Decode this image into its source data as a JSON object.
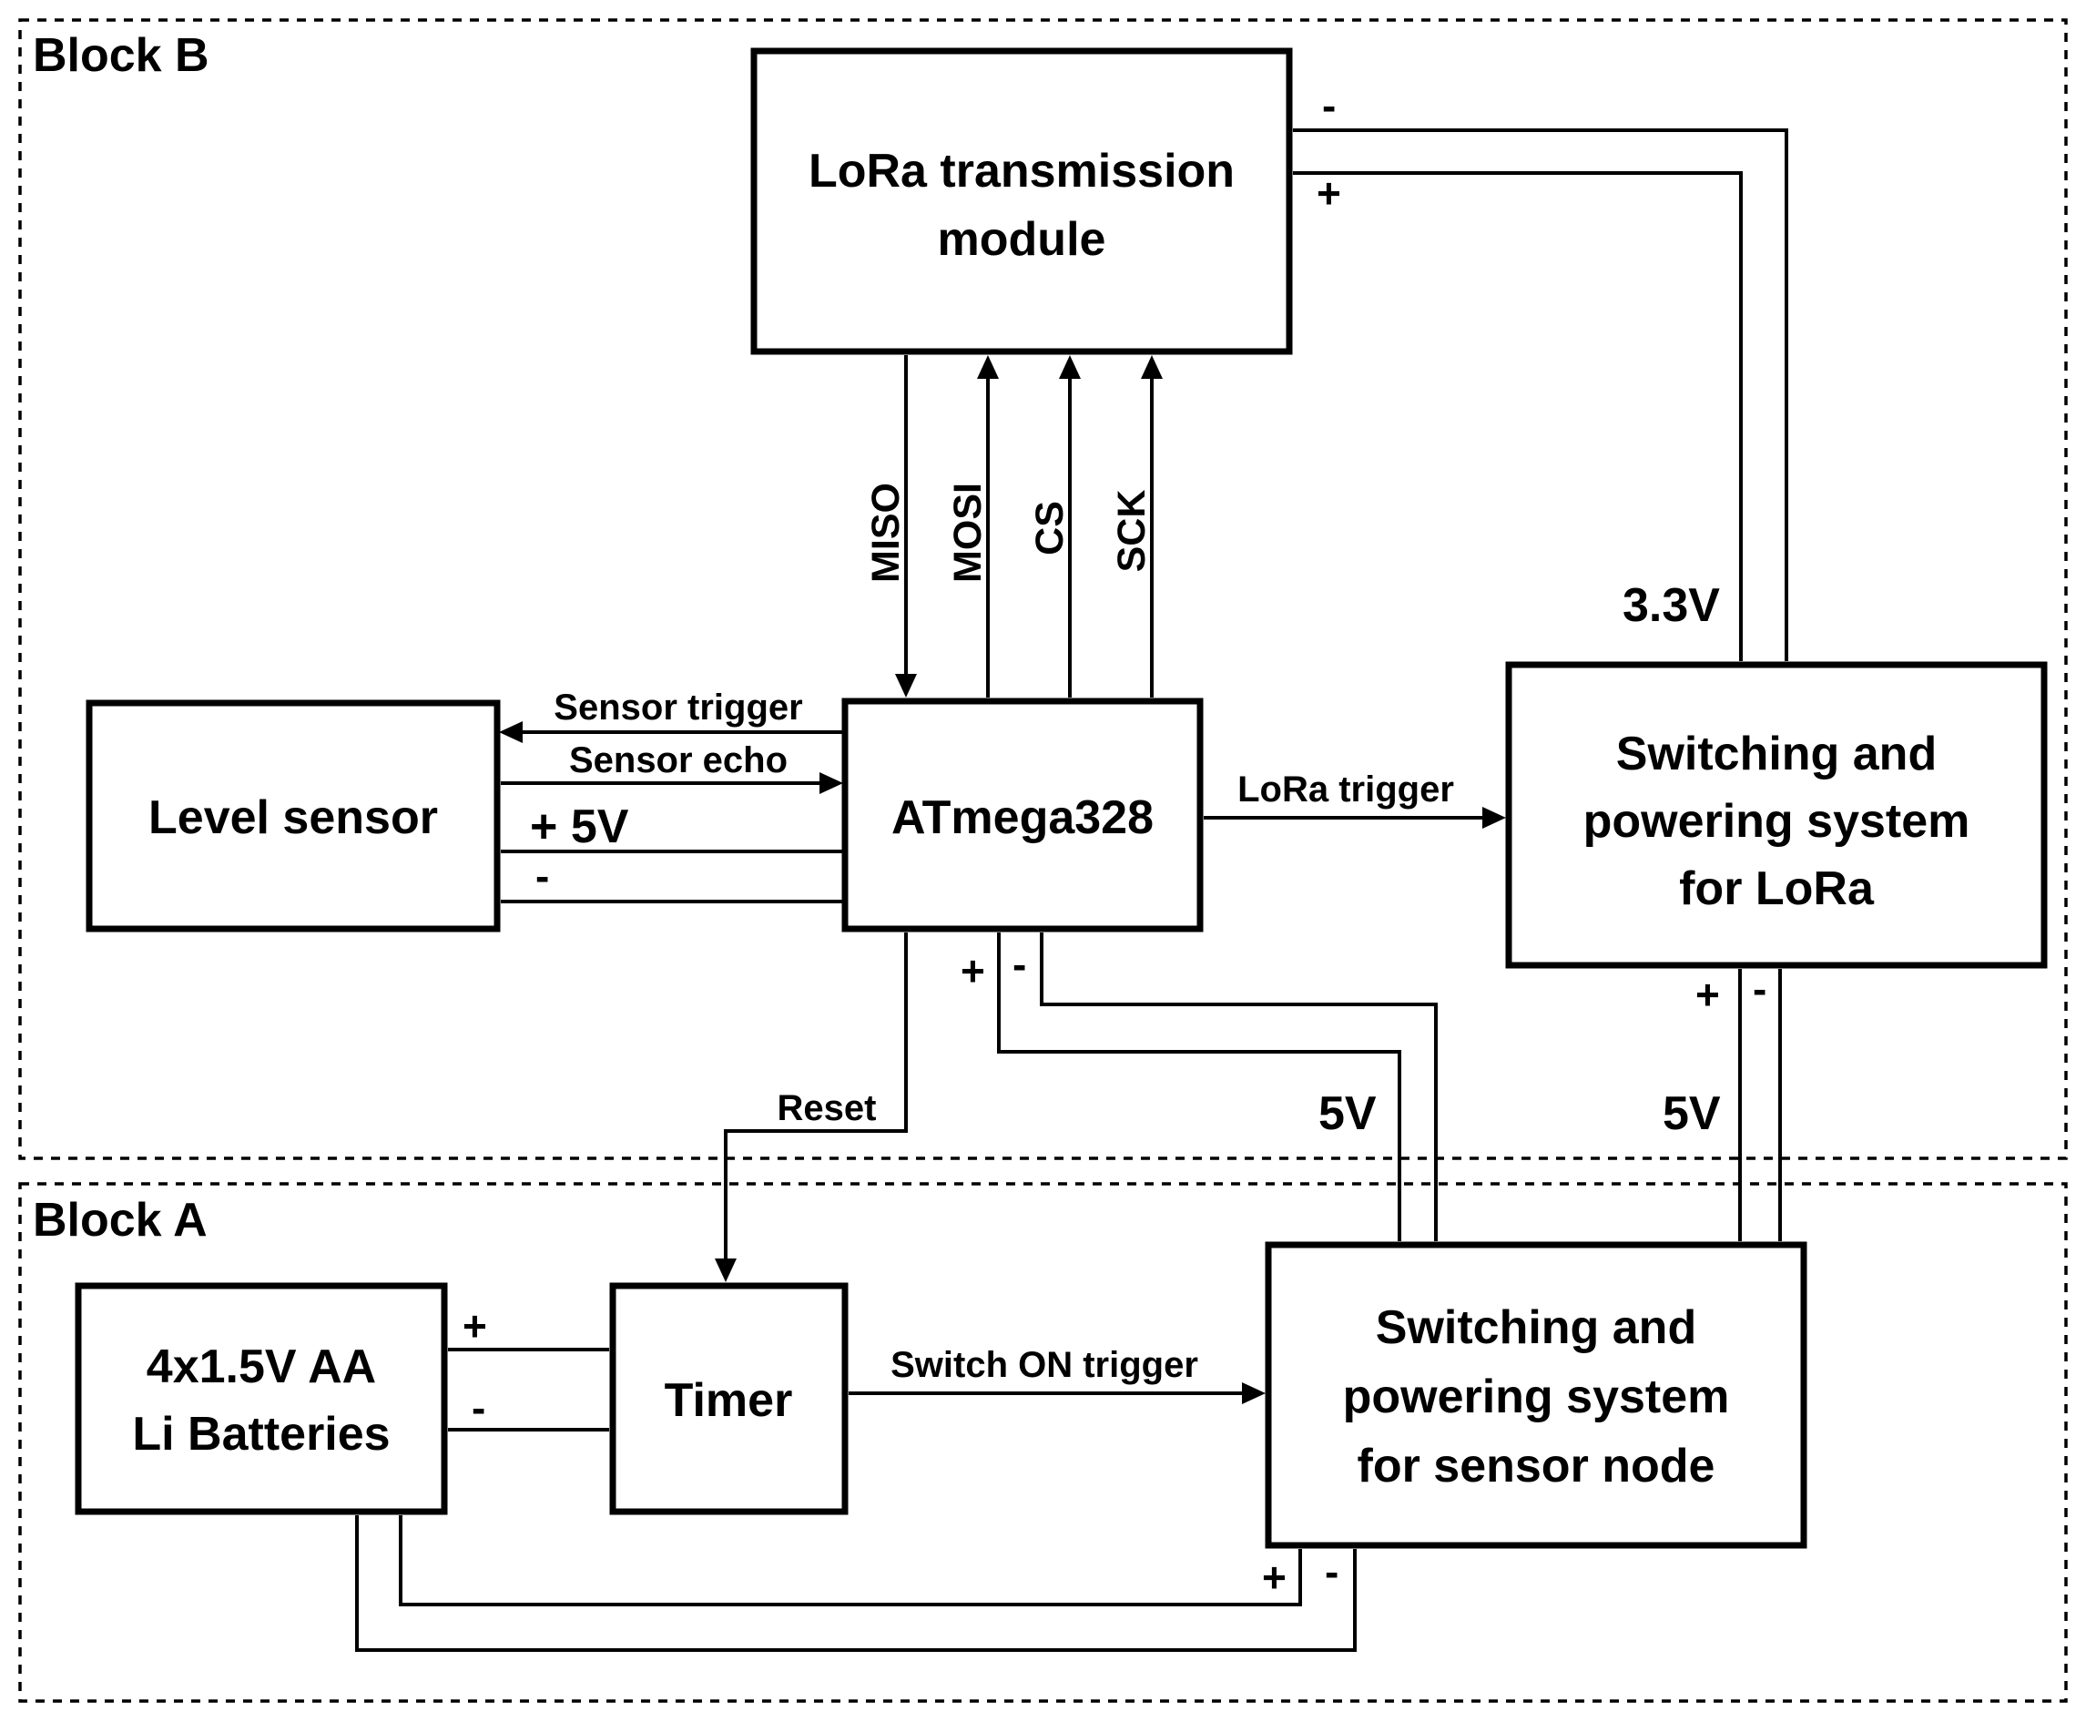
{
  "blocks": {
    "block_b": {
      "label": "Block B"
    },
    "block_a": {
      "label": "Block A"
    }
  },
  "components": {
    "lora_module": {
      "lines": [
        "LoRa transmission",
        "module"
      ]
    },
    "atmega": {
      "lines": [
        "ATmega328"
      ]
    },
    "level_sensor": {
      "lines": [
        "Level sensor"
      ]
    },
    "lora_power": {
      "lines": [
        "Switching and",
        "powering system",
        "for LoRa"
      ]
    },
    "batteries": {
      "lines": [
        "4x1.5V AA",
        "Li Batteries"
      ]
    },
    "timer": {
      "lines": [
        "Timer"
      ]
    },
    "node_power": {
      "lines": [
        "Switching and",
        "powering system",
        "for sensor node"
      ]
    }
  },
  "signals": {
    "miso": "MISO",
    "mosi": "MOSI",
    "cs": "CS",
    "sck": "SCK",
    "sensor_trigger": "Sensor trigger",
    "sensor_echo": "Sensor echo",
    "plus_5v": "+ 5V",
    "minus": "-",
    "lora_trigger": "LoRa trigger",
    "reset": "Reset",
    "switch_on_trigger": "Switch ON trigger"
  },
  "voltages": {
    "v33": "3.3V",
    "v5_node": "5V",
    "v5_lora": "5V"
  },
  "polarity": {
    "plus": "+",
    "minus": "-"
  }
}
